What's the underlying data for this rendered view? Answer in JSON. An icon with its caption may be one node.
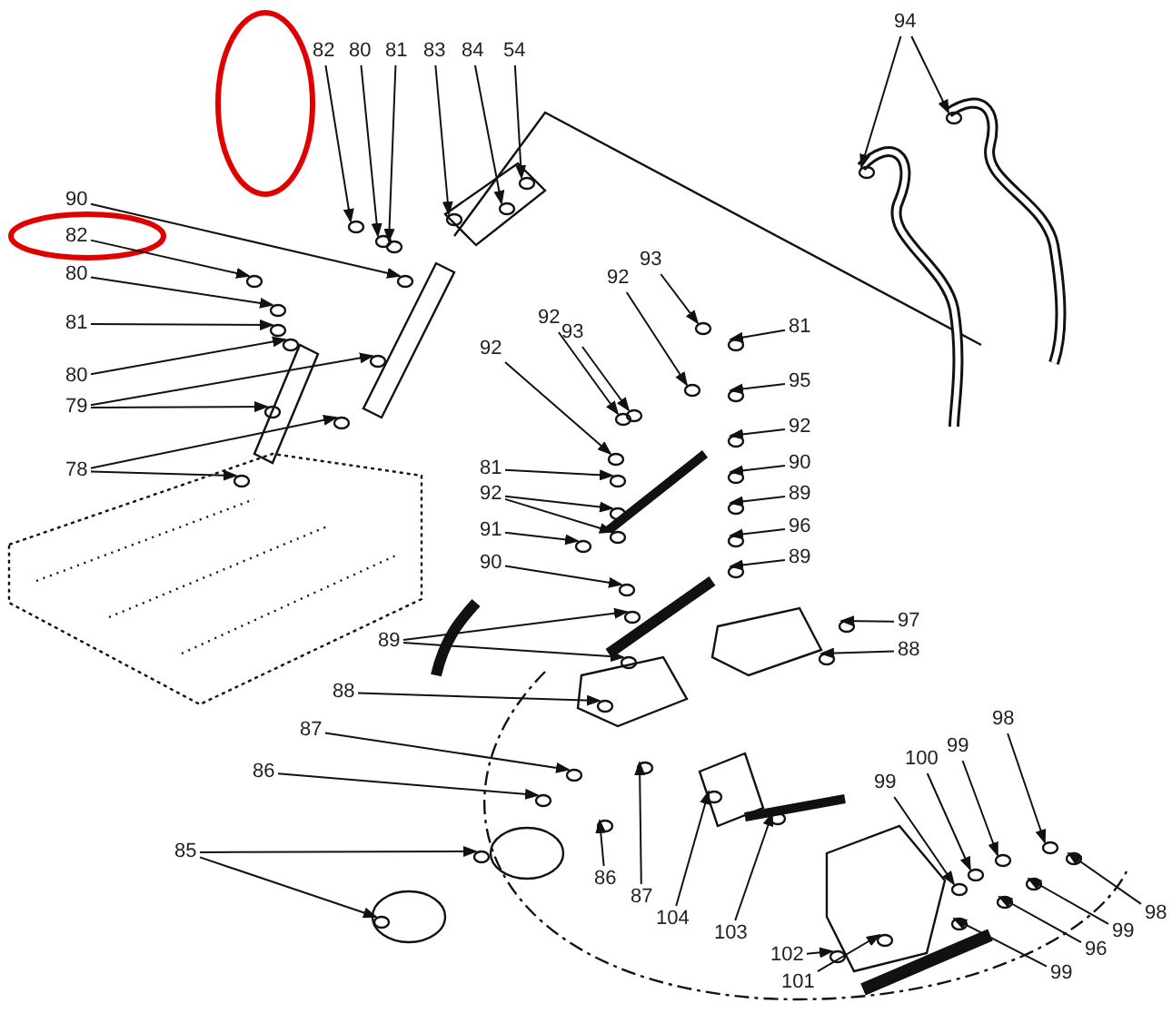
{
  "diagram": {
    "nodes": [
      {
        "text": [
          "82"
        ]
      },
      {
        "text": [
          "80"
        ]
      },
      {
        "text": [
          "81"
        ]
      },
      {
        "text": [
          "83"
        ]
      },
      {
        "text": [
          "84"
        ]
      },
      {
        "text": [
          "54"
        ]
      },
      {
        "text": [
          "94"
        ]
      },
      {
        "text": [
          "90"
        ]
      },
      {
        "text": [
          "82"
        ]
      },
      {
        "text": [
          "80"
        ]
      },
      {
        "text": [
          "81"
        ]
      },
      {
        "text": [
          "80"
        ]
      },
      {
        "text": [
          "79"
        ]
      },
      {
        "text": [
          "78"
        ]
      },
      {
        "text": [
          "93"
        ]
      },
      {
        "text": [
          "92"
        ]
      },
      {
        "text": [
          "81"
        ]
      },
      {
        "text": [
          "95"
        ]
      },
      {
        "text": [
          "92"
        ]
      },
      {
        "text": [
          "90"
        ]
      },
      {
        "text": [
          "89"
        ]
      },
      {
        "text": [
          "96"
        ]
      },
      {
        "text": [
          "89"
        ]
      },
      {
        "text": [
          "97"
        ]
      },
      {
        "text": [
          "88"
        ]
      },
      {
        "text": [
          "92"
        ]
      },
      {
        "text": [
          "93"
        ]
      },
      {
        "text": [
          "92"
        ]
      },
      {
        "text": [
          "81"
        ]
      },
      {
        "text": [
          "92"
        ]
      },
      {
        "text": [
          "91"
        ]
      },
      {
        "text": [
          "90"
        ]
      },
      {
        "text": [
          "89"
        ]
      },
      {
        "text": [
          "88"
        ]
      },
      {
        "text": [
          "87"
        ]
      },
      {
        "text": [
          "86"
        ]
      },
      {
        "text": [
          "85"
        ]
      },
      {
        "text": [
          "86"
        ]
      },
      {
        "text": [
          "87"
        ]
      },
      {
        "text": [
          "104"
        ]
      },
      {
        "text": [
          "103"
        ]
      },
      {
        "text": [
          "102"
        ]
      },
      {
        "text": [
          "101"
        ]
      },
      {
        "text": [
          "99"
        ]
      },
      {
        "text": [
          "100"
        ]
      },
      {
        "text": [
          "99"
        ]
      },
      {
        "text": [
          "98"
        ]
      },
      {
        "text": [
          "98"
        ]
      },
      {
        "text": [
          "99"
        ]
      },
      {
        "text": [
          "96"
        ]
      },
      {
        "text": [
          "99"
        ]
      }
    ],
    "edges": [
      {
        "from": 0,
        "to": null,
        "arrow": "to"
      },
      {
        "from": 1,
        "to": null,
        "arrow": "to"
      },
      {
        "from": 2,
        "to": null,
        "arrow": "to"
      },
      {
        "from": 3,
        "to": null,
        "arrow": "to"
      },
      {
        "from": 4,
        "to": null,
        "arrow": "to"
      },
      {
        "from": 5,
        "to": null,
        "arrow": "to"
      },
      {
        "from": 6,
        "to": null,
        "arrow": "to"
      },
      {
        "from": 6,
        "to": null,
        "arrow": "to"
      },
      {
        "from": 7,
        "to": null,
        "arrow": "to"
      },
      {
        "from": 8,
        "to": null,
        "arrow": "to"
      },
      {
        "from": 9,
        "to": null,
        "arrow": "to"
      },
      {
        "from": 10,
        "to": null,
        "arrow": "to"
      },
      {
        "from": 11,
        "to": null,
        "arrow": "to"
      },
      {
        "from": 12,
        "to": null,
        "arrow": "to"
      },
      {
        "from": 12,
        "to": null,
        "arrow": "to"
      },
      {
        "from": 13,
        "to": null,
        "arrow": "to"
      },
      {
        "from": 13,
        "to": null,
        "arrow": "to"
      },
      {
        "from": 14,
        "to": null,
        "arrow": "to"
      },
      {
        "from": 15,
        "to": null,
        "arrow": "to"
      },
      {
        "from": 16,
        "to": null,
        "arrow": "to"
      },
      {
        "from": 17,
        "to": null,
        "arrow": "to"
      },
      {
        "from": 18,
        "to": null,
        "arrow": "to"
      },
      {
        "from": 19,
        "to": null,
        "arrow": "to"
      },
      {
        "from": 20,
        "to": null,
        "arrow": "to"
      },
      {
        "from": 21,
        "to": null,
        "arrow": "to"
      },
      {
        "from": 22,
        "to": null,
        "arrow": "to"
      },
      {
        "from": 23,
        "to": null,
        "arrow": "to"
      },
      {
        "from": 24,
        "to": null,
        "arrow": "to"
      },
      {
        "from": 25,
        "to": null,
        "arrow": "to"
      },
      {
        "from": 26,
        "to": null,
        "arrow": "to"
      },
      {
        "from": 27,
        "to": null,
        "arrow": "to"
      },
      {
        "from": 28,
        "to": null,
        "arrow": "to"
      },
      {
        "from": 29,
        "to": null,
        "arrow": "to"
      },
      {
        "from": 29,
        "to": null,
        "arrow": "to"
      },
      {
        "from": 30,
        "to": null,
        "arrow": "to"
      },
      {
        "from": 31,
        "to": null,
        "arrow": "to"
      },
      {
        "from": 32,
        "to": null,
        "arrow": "to"
      },
      {
        "from": 32,
        "to": null,
        "arrow": "to"
      },
      {
        "from": 33,
        "to": null,
        "arrow": "to"
      },
      {
        "from": 34,
        "to": null,
        "arrow": "to"
      },
      {
        "from": 35,
        "to": null,
        "arrow": "to"
      },
      {
        "from": 36,
        "to": null,
        "arrow": "to"
      },
      {
        "from": 36,
        "to": null,
        "arrow": "to"
      },
      {
        "from": 37,
        "to": null,
        "arrow": "to"
      },
      {
        "from": 38,
        "to": null,
        "arrow": "to"
      },
      {
        "from": 39,
        "to": null,
        "arrow": "to"
      },
      {
        "from": 40,
        "to": null,
        "arrow": "to"
      },
      {
        "from": 41,
        "to": null,
        "arrow": "to"
      },
      {
        "from": 42,
        "to": null,
        "arrow": "to"
      },
      {
        "from": 43,
        "to": null,
        "arrow": "to"
      },
      {
        "from": 44,
        "to": null,
        "arrow": "to"
      },
      {
        "from": 45,
        "to": null,
        "arrow": "to"
      },
      {
        "from": 46,
        "to": null,
        "arrow": "to"
      },
      {
        "from": 47,
        "to": null,
        "arrow": "to"
      },
      {
        "from": 48,
        "to": null,
        "arrow": "to"
      },
      {
        "from": 49,
        "to": null,
        "arrow": "to"
      },
      {
        "from": 50,
        "to": null,
        "arrow": "to"
      }
    ]
  }
}
